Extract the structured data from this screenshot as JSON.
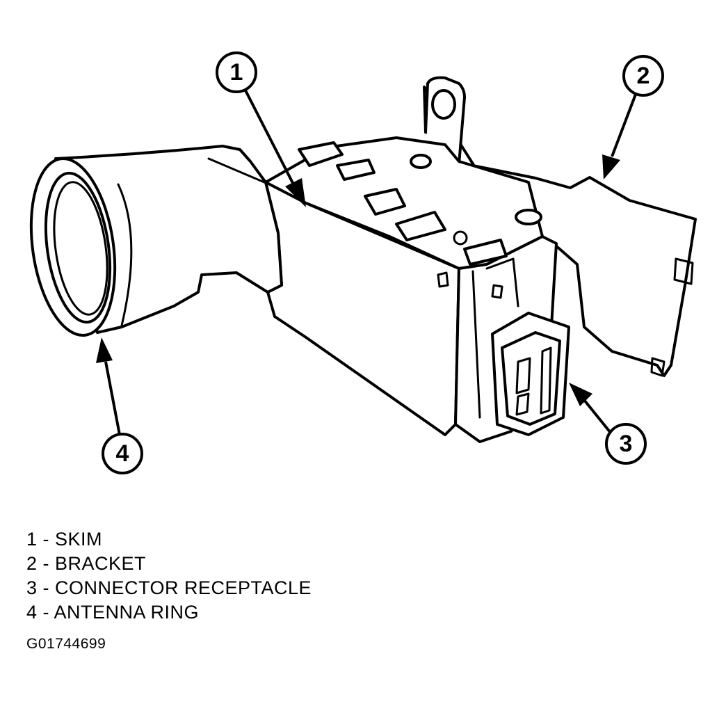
{
  "callouts": [
    {
      "number": "1",
      "target": "skim"
    },
    {
      "number": "2",
      "target": "bracket"
    },
    {
      "number": "3",
      "target": "connector-receptacle"
    },
    {
      "number": "4",
      "target": "antenna-ring"
    }
  ],
  "legend": [
    "1 - SKIM",
    "2 - BRACKET",
    "3 - CONNECTOR RECEPTACLE",
    "4 - ANTENNA RING"
  ],
  "figure_id": "G01744699"
}
